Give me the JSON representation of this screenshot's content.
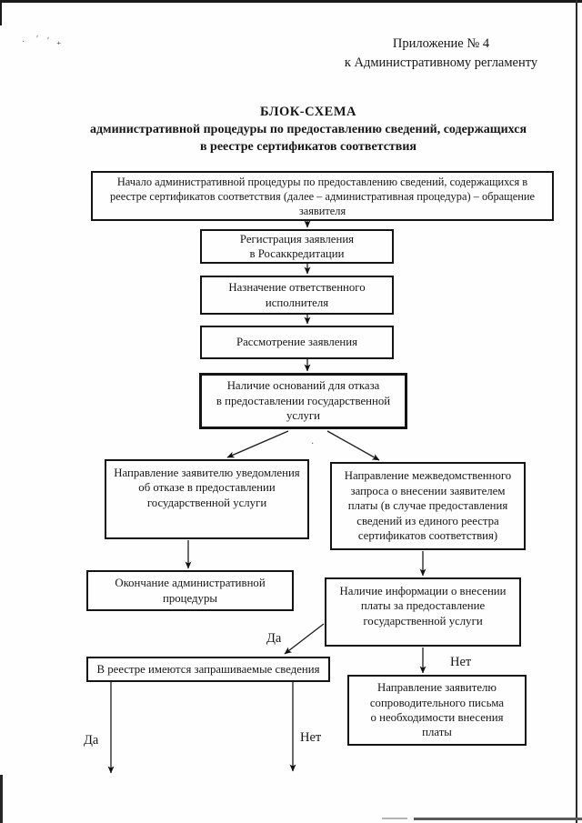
{
  "annotation": {
    "line1": "Приложение № 4",
    "line2": "к Административному регламенту"
  },
  "title": {
    "line1": "БЛОК-СХЕМА",
    "line2": "административной процедуры по предоставлению сведений, содержащихся",
    "line3": "в реестре сертификатов соответствия"
  },
  "flowchart": {
    "nodes": {
      "start": "Начало административной процедуры по предоставлению сведений, содержащихся в\nреестре сертификатов соответствия (далее – административная процедура) – обращение\nзаявителя",
      "registration": "Регистрация заявления\nв Росаккредитации",
      "assignment": "Назначение ответственного\nисполнителя",
      "review": "Рассмотрение заявления",
      "refusal_check": "Наличие оснований для отказа\nв предоставлении государственной\nуслуги",
      "refusal_notice": "Направление заявителю уведомления\nоб отказе в предоставлении\nгосударственной услуги",
      "interagency_request": "Направление межведомственного\nзапроса о внесении заявителем\nплаты (в случае предоставления\nсведений из единого реестра\nсертификатов соответствия)",
      "end": "Окончание административной\nпроцедуры",
      "payment_check": "Наличие информации о внесении\nплаты за предоставление\nгосударственной услуги",
      "registry_check": "В реестре имеются запрашиваемые сведения",
      "cover_letter": "Направление заявителю\nсопроводительного письма\nо необходимости внесения\nплаты"
    },
    "labels": {
      "yes_upper": "Да",
      "no_upper": "Нет",
      "yes_lower": "Да",
      "no_lower": "Нет"
    }
  }
}
